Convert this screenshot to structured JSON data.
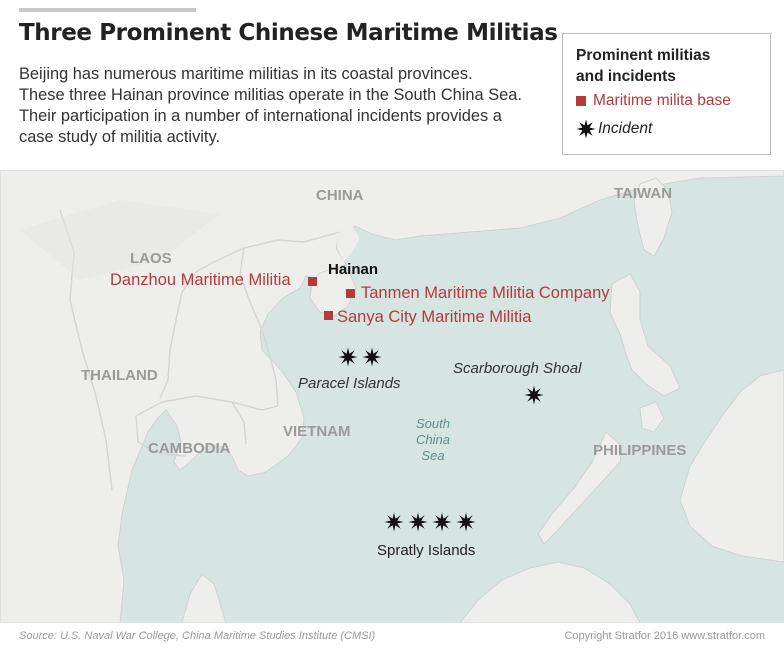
{
  "header": {
    "title": "Three Prominent Chinese Maritime Militias",
    "intro_lines": [
      "Beijing has numerous maritime militias in its coastal provinces.",
      "These three Hainan province militias operate in the South China Sea.",
      "Their participation in a number of international incidents provides a",
      "case study of militia activity."
    ]
  },
  "legend": {
    "title_lines": [
      "Prominent militias",
      "and incidents"
    ],
    "base_label": "Maritime milita base",
    "incident_label": "Incident",
    "base_icon": "square-icon",
    "incident_icon": "burst-star-icon"
  },
  "map": {
    "countries": {
      "china": "CHINA",
      "taiwan": "TAIWAN",
      "laos": "LAOS",
      "thailand": "THAILAND",
      "cambodia": "CAMBODIA",
      "vietnam": "VIETNAM",
      "philippines": "PHILIPPINES"
    },
    "province": "Hainan",
    "sea_lines": [
      "South",
      "China",
      "Sea"
    ],
    "features": {
      "paracel": "Paracel Islands",
      "scarborough": "Scarborough Shoal",
      "spratly": "Spratly Islands"
    },
    "militias": {
      "danzhou": "Danzhou Maritime Militia",
      "tanmen": "Tanmen Maritime Militia Company",
      "sanya": "Sanya City Maritime Militia"
    },
    "incident_counts": {
      "paracel": 2,
      "scarborough": 1,
      "spratly": 4
    }
  },
  "colors": {
    "militia": "#b53a3a",
    "water": "#d6e4e2",
    "land": "#eeeeec",
    "country_label": "#9a9a9a",
    "sea_label": "#5f8e8c"
  },
  "footer": {
    "source": "Source: U.S. Naval War College, China Maritime Studies Institute (CMSI)",
    "copyright": "Copyright Stratfor 2016   www.stratfor.com"
  }
}
